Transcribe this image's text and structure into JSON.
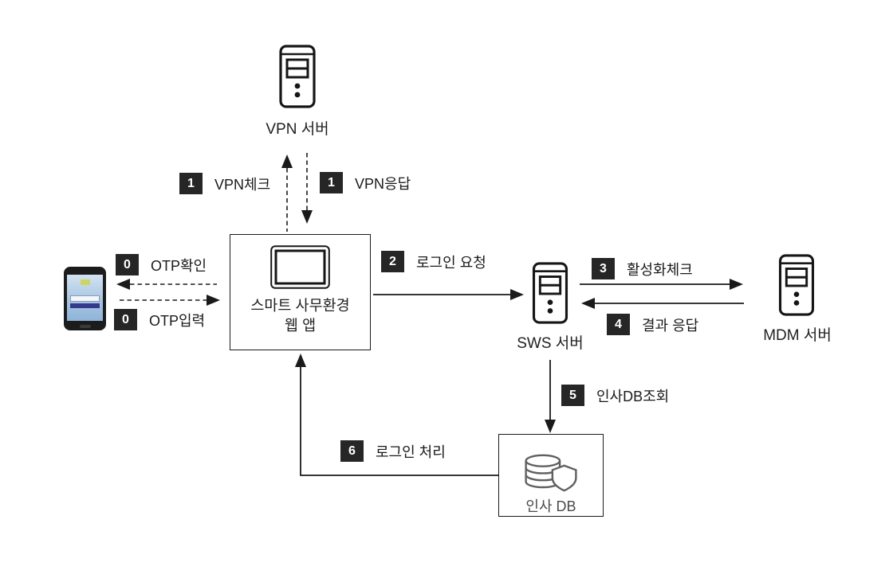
{
  "nodes": {
    "vpn_server": {
      "label": "VPN 서버",
      "icon": "server-icon"
    },
    "web_app": {
      "label_line1": "스마트 사무환경",
      "label_line2": "웹 앱",
      "icon": "display-icon"
    },
    "sws_server": {
      "label": "SWS 서버",
      "icon": "server-icon"
    },
    "mdm_server": {
      "label": "MDM 서버",
      "icon": "server-icon"
    },
    "hr_db": {
      "label": "인사 DB",
      "icon": "database-shield-icon"
    },
    "phone": {
      "icon": "smartphone-icon"
    }
  },
  "steps": {
    "otp_check": {
      "num": "0",
      "label": "OTP확인"
    },
    "otp_input": {
      "num": "0",
      "label": "OTP입력"
    },
    "vpn_check": {
      "num": "1",
      "label": "VPN체크"
    },
    "vpn_response": {
      "num": "1",
      "label": "VPN응답"
    },
    "login_request": {
      "num": "2",
      "label": "로그인 요청"
    },
    "activation_check": {
      "num": "3",
      "label": "활성화체크"
    },
    "result_response": {
      "num": "4",
      "label": "결과 응답"
    },
    "hr_db_query": {
      "num": "5",
      "label": "인사DB조회"
    },
    "login_process": {
      "num": "6",
      "label": "로그인 처리"
    }
  },
  "colors": {
    "badge_bg": "#262626",
    "badge_text": "#ffffff",
    "line": "#1a1a1a",
    "db_icon": "#606060",
    "phone_screen": "#a9c6e2",
    "phone_button": "#333a8c"
  }
}
